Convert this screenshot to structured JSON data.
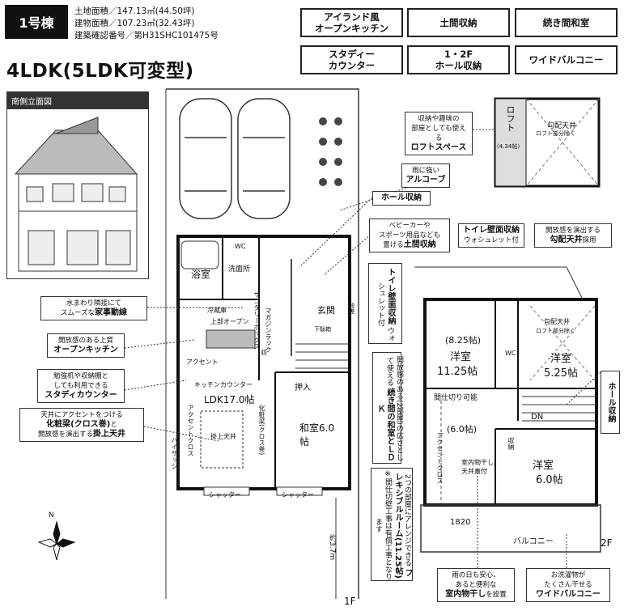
{
  "lot": {
    "number": "1号棟",
    "land_area": "土地面積／147.13㎡(44.50坪)",
    "building_area": "建物面積／107.23㎡(32.43坪)",
    "permit": "建築確認番号／第H31SHC101475号",
    "layout_type": "4LDK(5LDK可変型)"
  },
  "features": [
    "アイランド風\nオープンキッチン",
    "土間収納",
    "続き間和室",
    "スタディー\nカウンター",
    "1・2F\nホール収納",
    "ワイドバルコニー"
  ],
  "elevation": {
    "title": "南側立面図"
  },
  "callouts": {
    "loft": {
      "text": "収納や趣味の\n部屋としても使える",
      "bold": "ロフトスペース"
    },
    "alcove": {
      "text": "雨に強い",
      "bold": "アルコーブ"
    },
    "hall_storage_1f": {
      "bold": "ホール収納"
    },
    "doma": {
      "text": "ベビーカーや\nスポーツ用品なども\n置ける",
      "bold": "土間収納"
    },
    "toilet_2f": {
      "bold": "トイレ壁面収納",
      "text": "ウォシュレット付"
    },
    "ceiling_2f": {
      "text": "開放感を演出する",
      "bold": "勾配天井",
      "suffix": "採用"
    },
    "chores": {
      "text": "水まわり隣接にて\nスムーズな",
      "bold": "家事動線"
    },
    "kitchen": {
      "text": "開放感のある上質",
      "bold": "オープンキッチン"
    },
    "study": {
      "text": "勉強机や収納棚と\nしても利用できる",
      "bold": "スタディカウンター"
    },
    "cloth": {
      "text": "天井にアクセントをつける",
      "bold1": "化粧梁(クロス巻)",
      "text2": "と",
      "text3": "開放感を演出する",
      "bold2": "掛上天井"
    },
    "toilet_1f": {
      "bold": "トイレ壁面収納",
      "text": "ウォシュレット付"
    },
    "washitsu": {
      "text": "開放感のある(2部屋)の広さとして使える",
      "bold": "続き間の和室とＬＤＫ"
    },
    "flexible": {
      "text": "2つの部屋にアレンジできる",
      "bold": "フレキシブルルーム(11.25帖)",
      "text2": "※間仕切壁工事は有償工事となります"
    },
    "indoor_dry": {
      "text": "雨の日も安心、\nあると便利な",
      "bold": "室内物干し",
      "suffix": "を設置"
    },
    "hall_storage_2f": {
      "bold": "ホール収納"
    },
    "balcony": {
      "text": "お洗濯物が\nたくさん干せる",
      "bold": "ワイドバルコニー"
    }
  },
  "rooms_1f": {
    "bath": "浴室",
    "wash": "洗面所",
    "wc": "WC",
    "entrance": "玄関",
    "fridge": "冷蔵庫",
    "counter": "上部オープン",
    "ldk": "LDK17.0帖",
    "washitsu": "和室6.0帖",
    "oshiire": "押入",
    "storage": "収",
    "ceiling": "掛上天井",
    "pantry": "キッチンカウンター",
    "accent": "アクセント",
    "shutter1": "シャッター",
    "shutter2": "シャッター",
    "sanitary": "サニタリーボックス",
    "magazine": "マガジンラック",
    "beam": "化粧梁(クロス巻)",
    "highsash": "ハイサッシ",
    "accentcloth": "アクセントクロス",
    "shoebox": "下駄箱",
    "depth": "約3.7m",
    "step": "段差"
  },
  "rooms_2f": {
    "room1": "洋室",
    "room1_size": "11.25帖",
    "room1_alt": "(8.25帖)",
    "room2": "洋室",
    "room2_size": "5.25帖",
    "room3": "洋室",
    "room3_size": "6.0帖",
    "room4_alt": "(6.0帖)",
    "partition": "間仕切り可能",
    "closet": "収納",
    "wc": "WC",
    "dn": "DN",
    "indoor_dry": "室内物干し天井直付",
    "balcony": "バルコニー",
    "width": "1820",
    "accent": "アクセントクロス",
    "loft_ceiling": "勾配天井",
    "loft_ceiling2": "ロフト部分除く"
  },
  "loft": {
    "label": "ロフト",
    "area": "(4.34帖)",
    "ceiling": "勾配天井",
    "ceiling_note": "ロフト部分除く"
  },
  "floors": {
    "f1": "1F",
    "f2": "2F"
  },
  "compass": {
    "north": "N"
  }
}
